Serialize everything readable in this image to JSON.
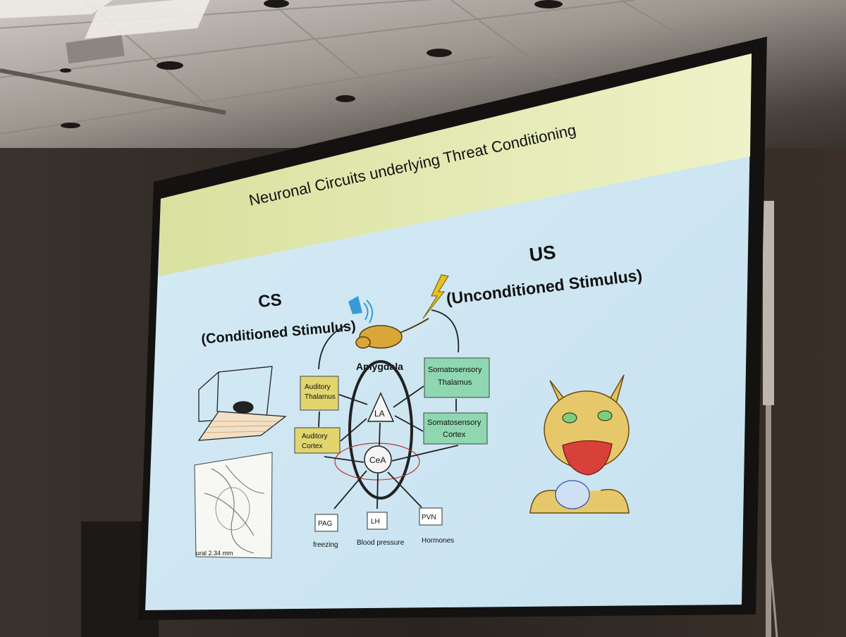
{
  "slide": {
    "title": "Neuronal Circuits underlying Threat Conditioning",
    "us_heading": "US",
    "us_subheading": "(Unconditioned Stimulus)",
    "cs_heading": "CS",
    "cs_subheading": "(Conditioned Stimulus)",
    "amygdala_label": "Amygdala",
    "boxes": {
      "auditory_thalamus": [
        "Auditory",
        "Thalamus"
      ],
      "auditory_cortex": [
        "Auditory",
        "Cortex"
      ],
      "somato_thalamus": [
        "Somatosensory",
        "Thalamus"
      ],
      "somato_cortex": [
        "Somatosensory",
        "Cortex"
      ]
    },
    "nuclei": {
      "la": "LA",
      "cea": "CeA"
    },
    "outputs": [
      {
        "box": "PAG",
        "caption": "freezing"
      },
      {
        "box": "LH",
        "caption": "Blood pressure"
      },
      {
        "box": "PVN",
        "caption": "Hormones"
      }
    ],
    "brain_section_caption": "ural 2.34 mm",
    "colors": {
      "title_band": "#e6ecb4",
      "body": "#cfe6f2",
      "auditory_box": "#e2d56e",
      "somato_box": "#8fd7b0",
      "lightning": "#e8c020",
      "speaker": "#3a9ad6"
    }
  }
}
